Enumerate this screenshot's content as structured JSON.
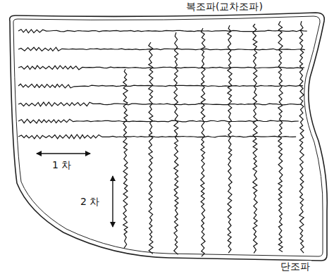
{
  "diagram": {
    "labels": [
      "복조파(교차조파)",
      "1 차",
      "2 차",
      "단조파"
    ]
  }
}
